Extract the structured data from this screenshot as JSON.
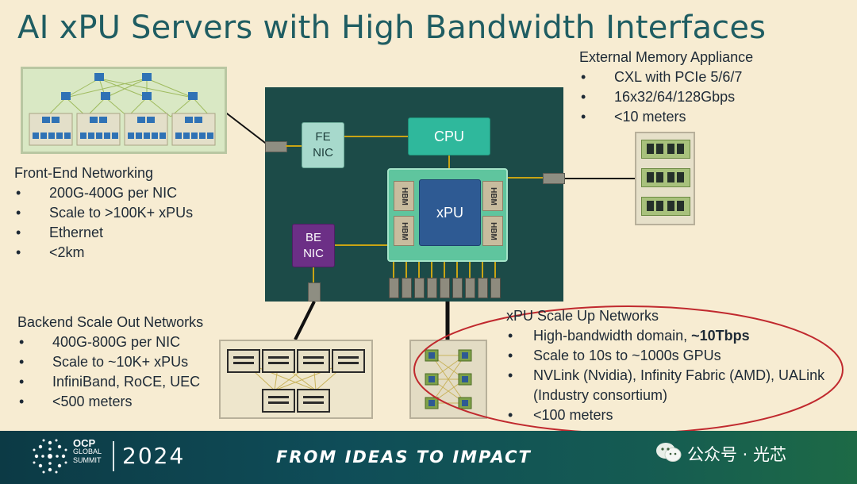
{
  "title": "AI xPU Servers with High Bandwidth Interfaces",
  "front_end": {
    "title": "Front-End Networking",
    "bullets": [
      "200G-400G per NIC",
      "Scale to >100K+ xPUs",
      "Ethernet",
      "<2km"
    ]
  },
  "backend": {
    "title": "Backend Scale Out Networks",
    "bullets": [
      "400G-800G per NIC",
      "Scale to ~10K+ xPUs",
      "InfiniBand, RoCE, UEC",
      "<500 meters"
    ]
  },
  "external_memory": {
    "title": "External Memory Appliance",
    "bullets": [
      "CXL with PCIe 5/6/7",
      "16x32/64/128Gbps",
      "<10 meters"
    ]
  },
  "scale_up": {
    "title": "xPU Scale Up Networks",
    "bullets": [
      {
        "text": "High-bandwidth domain, ",
        "bold": "~10Tbps"
      },
      {
        "text": "Scale to 10s to ~1000s GPUs"
      },
      {
        "text": "NVLink (Nvidia), Infinity Fabric (AMD), UALink"
      },
      {
        "text": "(Industry consortium)",
        "continuation": true
      },
      {
        "text": "<100 meters"
      }
    ]
  },
  "server": {
    "fe_nic": "FE NIC",
    "be_nic": "BE NIC",
    "cpu": "CPU",
    "xpu": "xPU",
    "hbm": "HBM"
  },
  "footer": {
    "logo_text": "OCP",
    "logo_sub1": "GLOBAL",
    "logo_sub2": "SUMMIT",
    "year": "2024",
    "tagline": "FROM IDEAS TO IMPACT",
    "watermark": "公众号 · 光芯"
  },
  "colors": {
    "title": "#1f5d62",
    "server_board": "#1c4b48",
    "xpu_area": "#5fc59e",
    "xpu_chip": "#2e5a93",
    "be_nic": "#6c2f86",
    "fe_nic": "#a7d9cc",
    "cpu": "#2fb89c",
    "highlight_ellipse": "#c0292e"
  }
}
